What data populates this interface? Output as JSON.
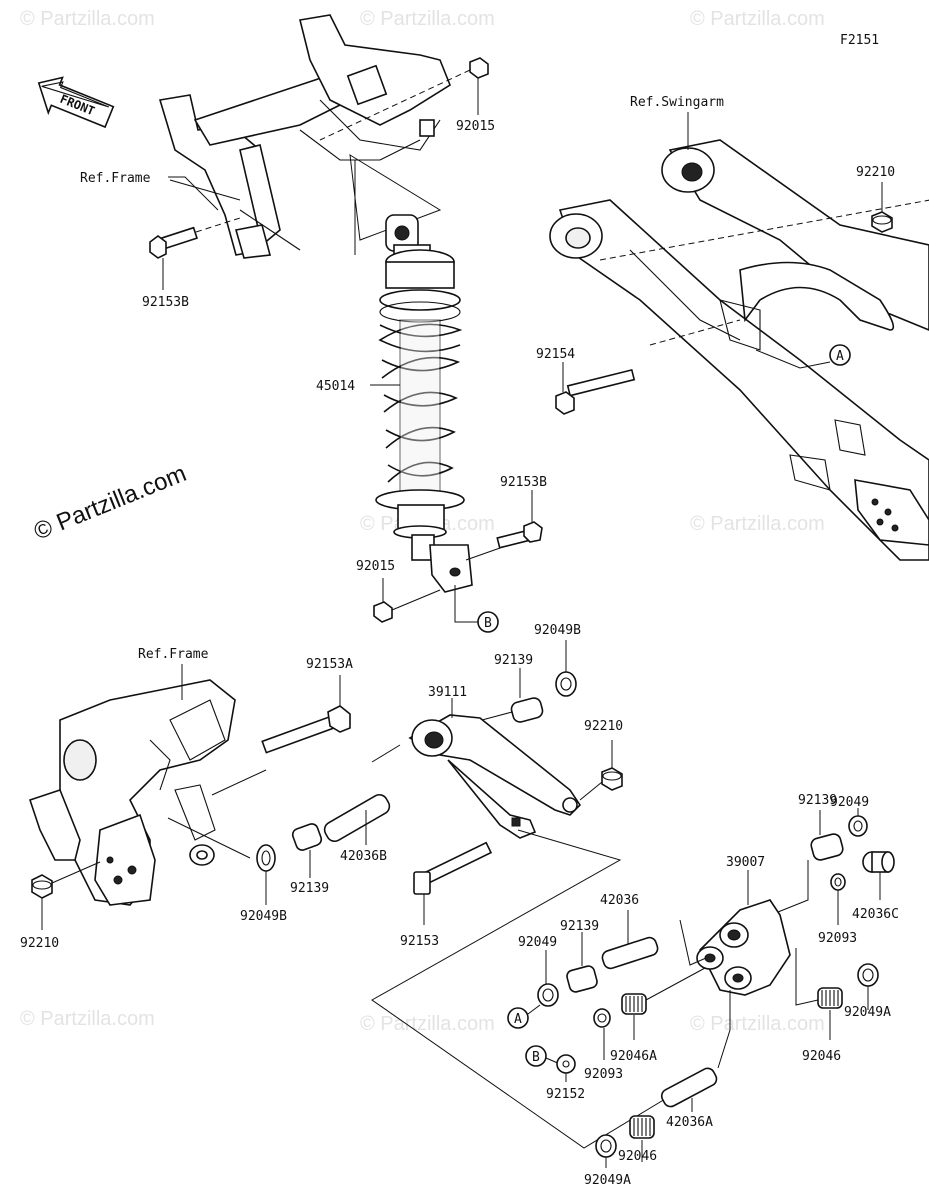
{
  "figure_code": "F2151",
  "front_label": "FRONT",
  "watermark": "© Partzilla.com",
  "refs": {
    "frame_top": "Ref.Frame",
    "frame_bottom": "Ref.Frame",
    "swingarm": "Ref.Swingarm"
  },
  "markers": {
    "a": "A",
    "b": "B"
  },
  "parts": {
    "p92015_top": "92015",
    "p92153B_top": "92153B",
    "p45014": "45014",
    "p92153B_mid": "92153B",
    "p92015_mid": "92015",
    "p92210_top": "92210",
    "p92154": "92154",
    "p92049B_right": "92049B",
    "p92139_upper": "92139",
    "p39111": "39111",
    "p92210_mid": "92210",
    "p92153A": "92153A",
    "p92210_left": "92210",
    "p92049B_left": "92049B",
    "p92139_left": "92139",
    "p42036B": "42036B",
    "p92153": "92153",
    "p92049_right": "92049",
    "p92139_right": "92139",
    "p39007": "39007",
    "p42036C": "42036C",
    "p92093_right": "92093",
    "p42036": "42036",
    "p92139_mid": "92139",
    "p92049_mid": "92049",
    "p92046A": "92046A",
    "p92046_right": "92046",
    "p92049A_right": "92049A",
    "p92093_mid": "92093",
    "p92152": "92152",
    "p42036A": "42036A",
    "p92046_bottom": "92046",
    "p92049A_bottom": "92049A"
  }
}
